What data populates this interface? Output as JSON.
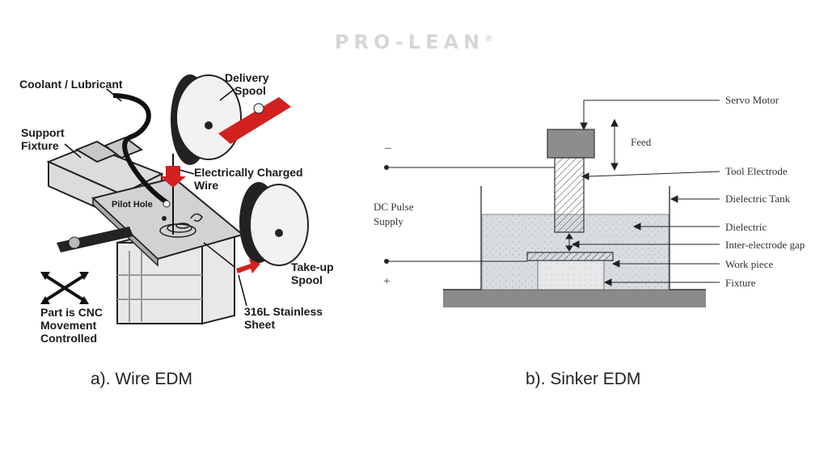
{
  "logo": {
    "text": "PRO-LEAN",
    "mark": "®"
  },
  "wire_edm": {
    "caption": "a). Wire EDM",
    "labels": {
      "coolant": "Coolant / Lubricant",
      "delivery_spool_1": "Delivery",
      "delivery_spool_2": "Spool",
      "support_fixture_1": "Support",
      "support_fixture_2": "Fixture",
      "charged_wire_1": "Electrically Charged",
      "charged_wire_2": "Wire",
      "pilot_hole": "Pilot Hole",
      "takeup_spool_1": "Take-up",
      "takeup_spool_2": "Spool",
      "cnc_1": "Part is CNC",
      "cnc_2": "Movement",
      "cnc_3": "Controlled",
      "sheet_1": "316L Stainless",
      "sheet_2": "Sheet"
    },
    "colors": {
      "wire_arrow": "#d32020",
      "ribbon": "#d32020"
    }
  },
  "sinker_edm": {
    "caption": "b). Sinker EDM",
    "labels": {
      "servo_motor": "Servo Motor",
      "feed": "Feed",
      "tool_electrode": "Tool Electrode",
      "dielectric_tank": "Dielectric Tank",
      "dielectric": "Dielectric",
      "gap": "Inter-electrode gap",
      "work_piece": "Work piece",
      "fixture": "Fixture",
      "dc_supply_1": "DC Pulse",
      "dc_supply_2": "Supply",
      "minus": "–",
      "plus": "+"
    }
  }
}
